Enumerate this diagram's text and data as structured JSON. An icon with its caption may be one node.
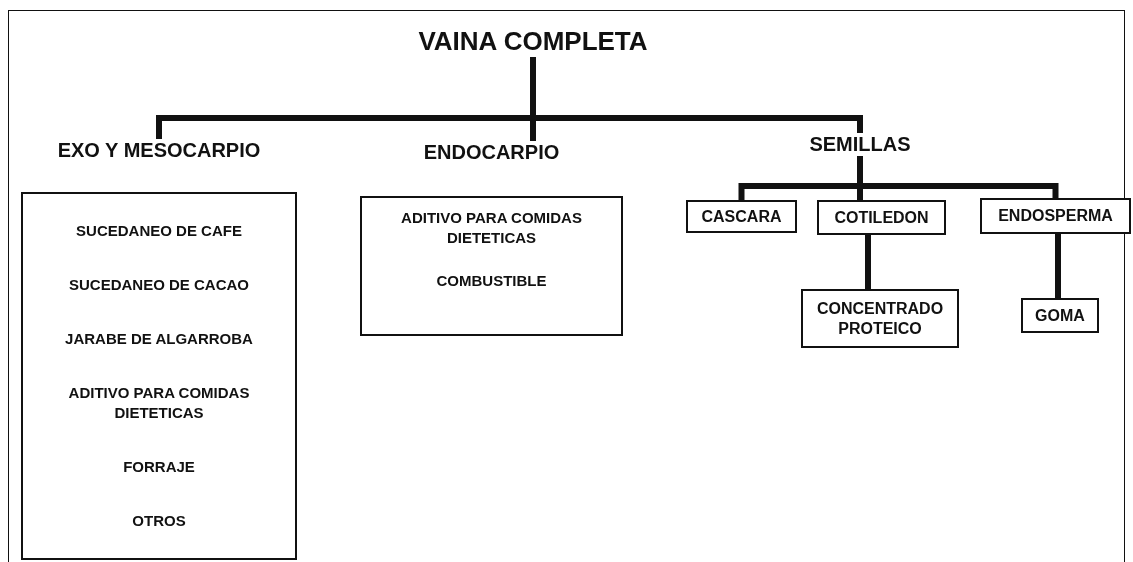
{
  "diagram": {
    "nodes": [
      {
        "text": [
          "VAINA COMPLETA"
        ]
      },
      {
        "text": [
          "EXO Y MESOCARPIO",
          "SUCEDANEO DE CAFE",
          "SUCEDANEO DE CACAO",
          "JARABE DE ALGARROBA",
          "ADITIVO PARA COMIDAS DIETETICAS",
          "FORRAJE",
          "OTROS"
        ]
      },
      {
        "text": [
          "ENDOCARPIO",
          "ADITIVO PARA COMIDAS DIETETICAS",
          "COMBUSTIBLE"
        ]
      },
      {
        "text": [
          "SEMILLAS"
        ]
      },
      {
        "text": [
          "CASCARA"
        ]
      },
      {
        "text": [
          "COTILEDON"
        ]
      },
      {
        "text": [
          "ENDOSPERMA"
        ]
      },
      {
        "text": [
          "CONCENTRADO PROTEICO"
        ]
      },
      {
        "text": [
          "GOMA"
        ]
      }
    ],
    "edges": [
      {
        "from": 0,
        "to": 1,
        "arrow": "none"
      },
      {
        "from": 0,
        "to": 2,
        "arrow": "none"
      },
      {
        "from": 0,
        "to": 3,
        "arrow": "none"
      },
      {
        "from": 3,
        "to": 4,
        "arrow": "none"
      },
      {
        "from": 3,
        "to": 5,
        "arrow": "none"
      },
      {
        "from": 3,
        "to": 6,
        "arrow": "none"
      },
      {
        "from": 5,
        "to": 7,
        "arrow": "none"
      },
      {
        "from": 6,
        "to": 8,
        "arrow": "none"
      }
    ]
  }
}
